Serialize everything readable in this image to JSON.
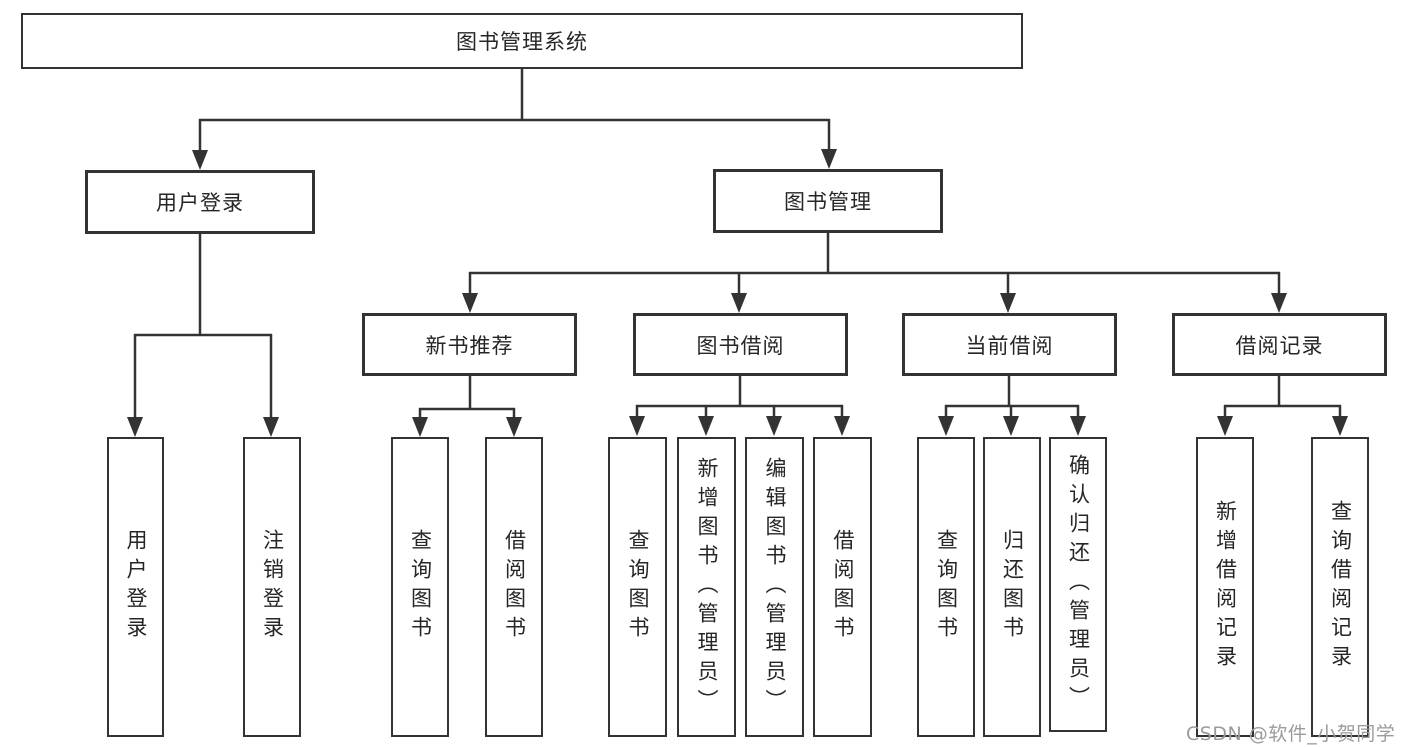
{
  "tree": {
    "root": {
      "label": "图书管理系统",
      "children": [
        {
          "label": "用户登录",
          "children": [
            {
              "label": "用户登录"
            },
            {
              "label": "注销登录"
            }
          ]
        },
        {
          "label": "图书管理",
          "children": [
            {
              "label": "新书推荐",
              "children": [
                {
                  "label": "查询图书"
                },
                {
                  "label": "借阅图书"
                }
              ]
            },
            {
              "label": "图书借阅",
              "children": [
                {
                  "label": "查询图书"
                },
                {
                  "label": "新增图书（管理员）"
                },
                {
                  "label": "编辑图书（管理员）"
                },
                {
                  "label": "借阅图书"
                }
              ]
            },
            {
              "label": "当前借阅",
              "children": [
                {
                  "label": "查询图书"
                },
                {
                  "label": "归还图书"
                },
                {
                  "label": "确认归还（管理员）"
                }
              ]
            },
            {
              "label": "借阅记录",
              "children": [
                {
                  "label": "新增借阅记录"
                },
                {
                  "label": "查询借阅记录"
                }
              ]
            }
          ]
        }
      ]
    }
  },
  "watermark": {
    "text": "CSDN @软件_小贺同学"
  },
  "colors": {
    "line": "#333333",
    "text": "#262626",
    "box_background": "#ffffff",
    "page_background": "#ffffff",
    "watermark": "#9b9b9b"
  }
}
